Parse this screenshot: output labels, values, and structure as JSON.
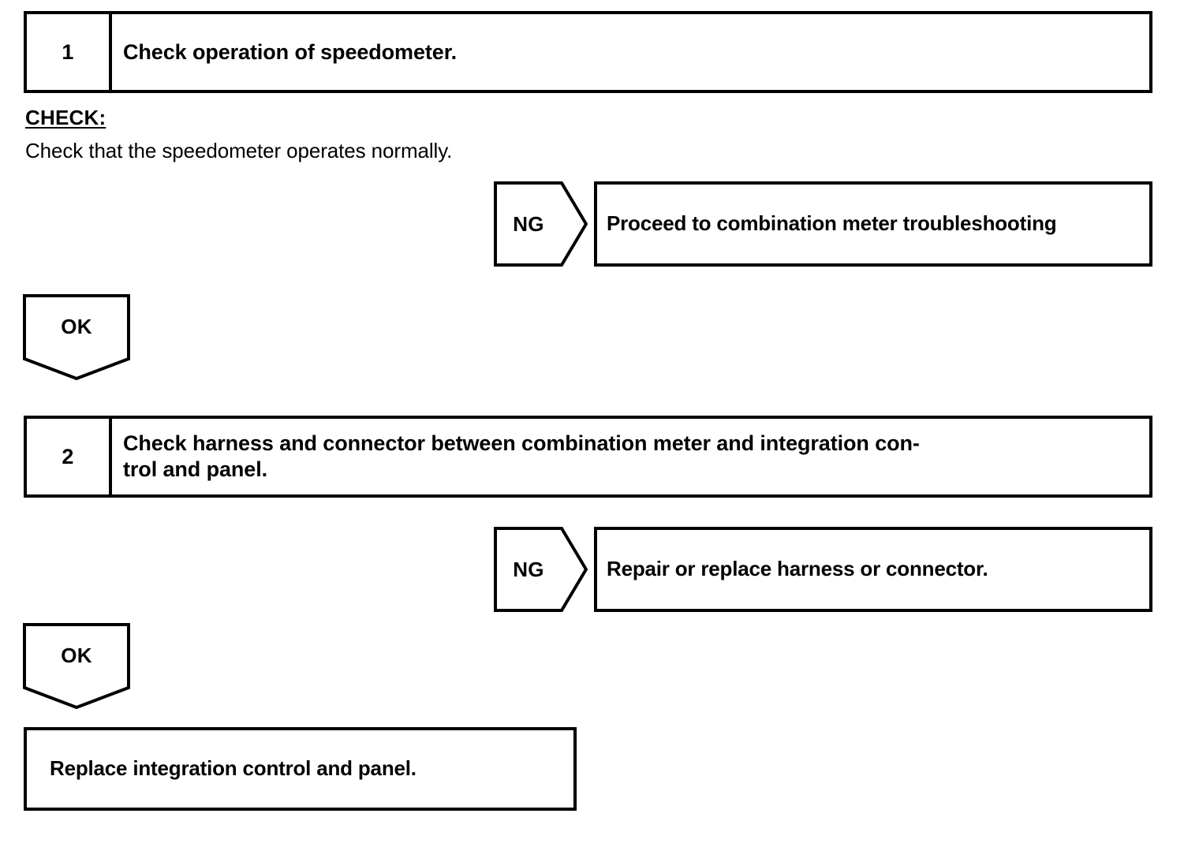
{
  "document": {
    "type": "troubleshooting-flowchart",
    "title": "Speedometer troubleshooting flow"
  },
  "steps": [
    {
      "number": "1",
      "title": "Check operation of speedometer.",
      "check_label": "CHECK:",
      "check_text": "Check that the speedometer operates normally.",
      "ng": {
        "label": "NG",
        "result": "Proceed to combination meter troubleshooting"
      },
      "ok": {
        "label": "OK"
      }
    },
    {
      "number": "2",
      "title": "Check harness and connector between combination meter and integration con-trol and panel.",
      "title_line1": "Check harness and connector between combination meter and integration con-",
      "title_line2": "trol and panel.",
      "ng": {
        "label": "NG",
        "result": "Repair or replace harness or connector."
      },
      "ok": {
        "label": "OK"
      }
    }
  ],
  "conclusion": {
    "text": "Replace integration control and panel."
  },
  "colors": {
    "ink": "#000000",
    "paper": "#ffffff"
  }
}
